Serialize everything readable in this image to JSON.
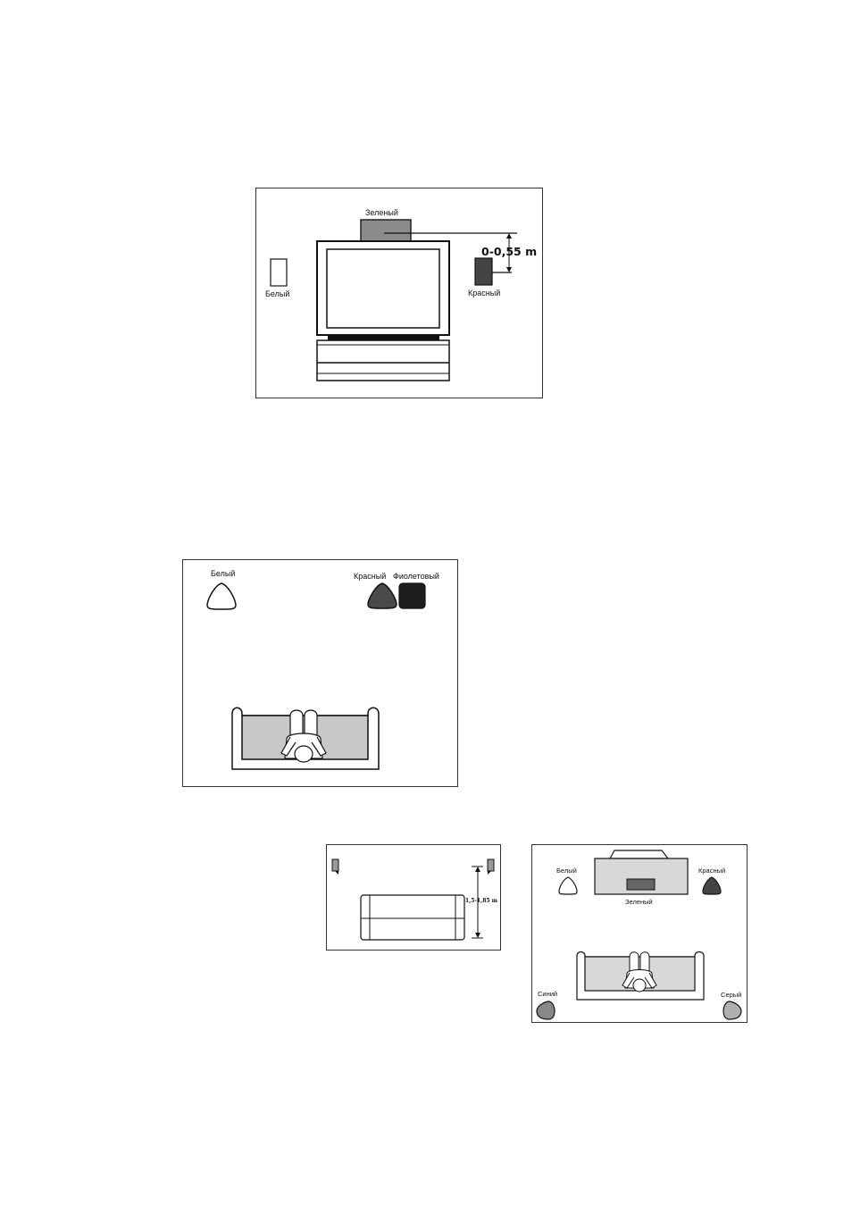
{
  "diagram1": {
    "labels": {
      "center": "Зеленый",
      "left": "Белый",
      "right": "Красный"
    },
    "dimension": "0-0,55 m"
  },
  "diagram2": {
    "labels": {
      "front_left": "Белый",
      "front_right": "Красный",
      "subwoofer": "Фиолетовый"
    }
  },
  "diagram3": {
    "dimension": "1,5-1,85 m"
  },
  "diagram4": {
    "labels": {
      "front_left": "Белый",
      "front_right": "Красный",
      "center": "Зеленый",
      "rear_left": "Синий",
      "rear_right": "Серый"
    }
  },
  "colors": {
    "center_gray": "#8c8c8c",
    "right_dark": "#444444",
    "sub_black": "#1e1e1e",
    "sofa_fill": "#c8c8c8",
    "rear_fill": "#888888",
    "rear_right_fill": "#b0b0b0"
  }
}
